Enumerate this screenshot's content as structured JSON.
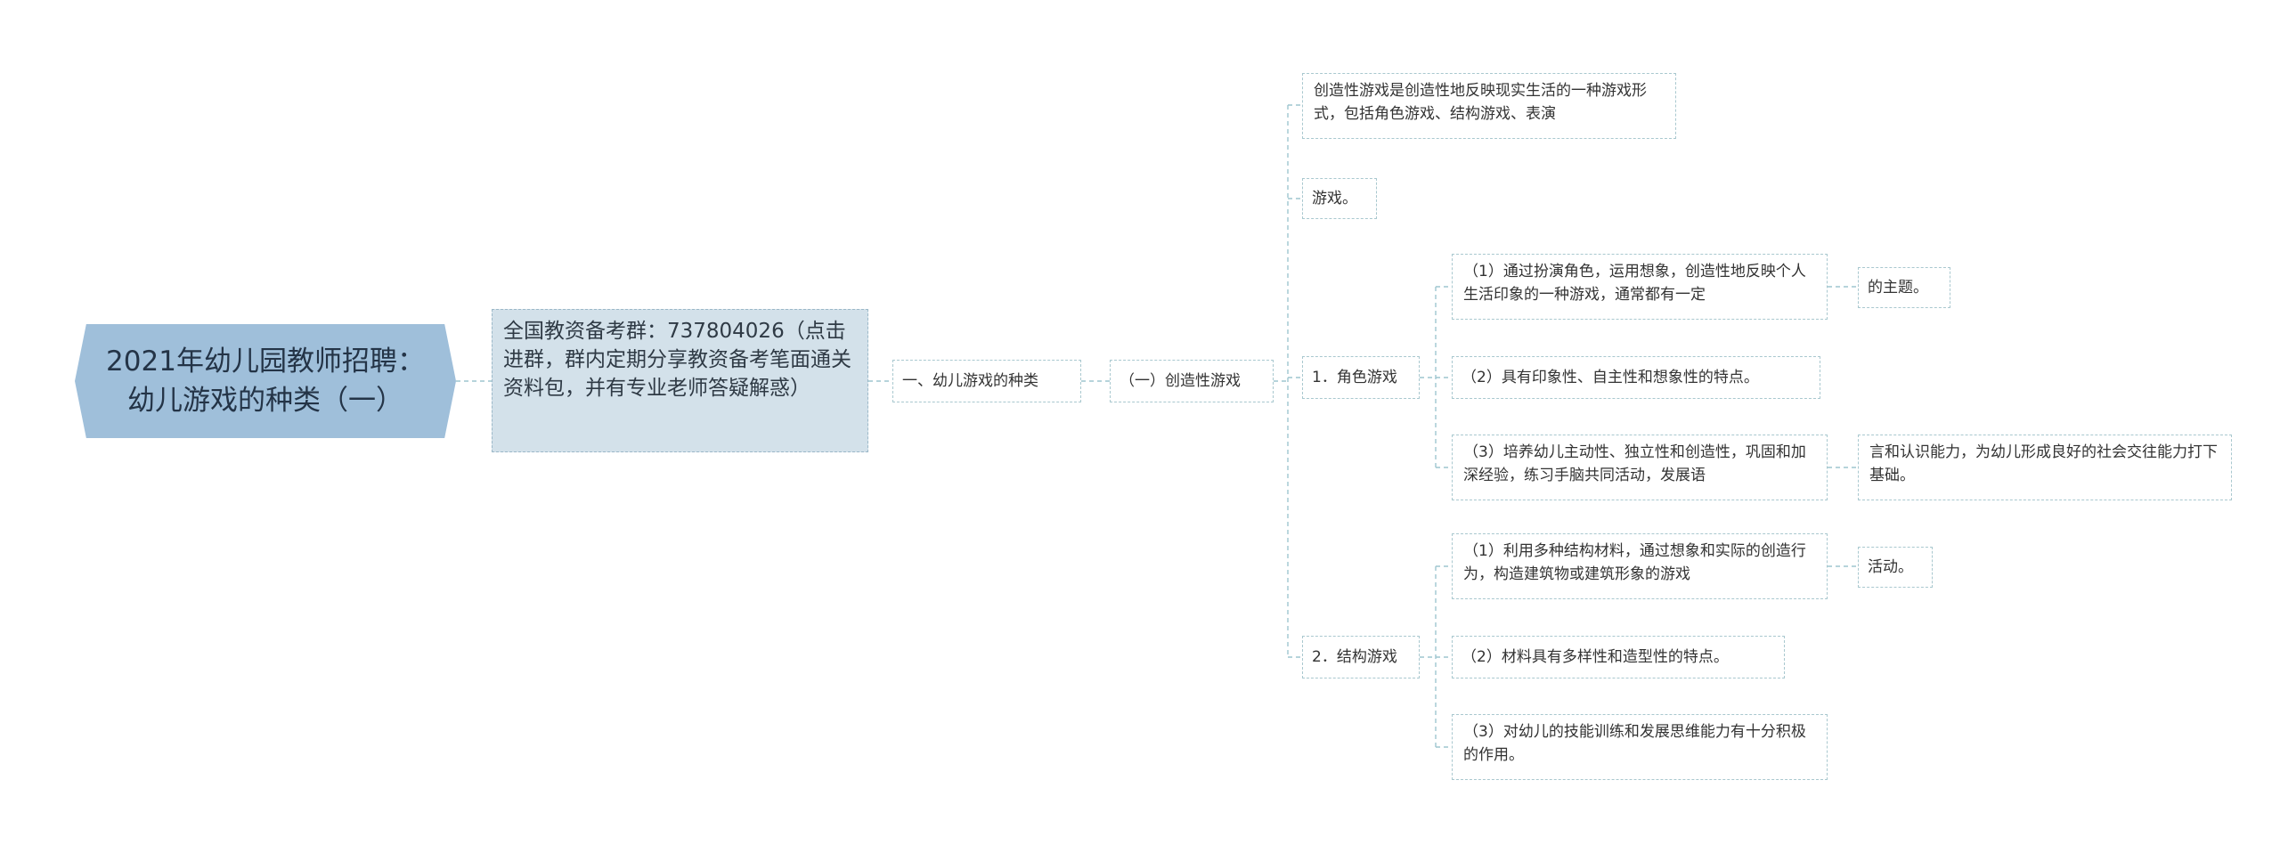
{
  "root": {
    "line1": "2021年幼儿园教师招聘：",
    "line2": "幼儿游戏的种类（一）"
  },
  "info": {
    "text": "全国教资备考群：737804026（点击进群，群内定期分享教资备考笔面通关资料包，并有专业老师答疑解惑）"
  },
  "level1": {
    "label": "一、幼儿游戏的种类"
  },
  "level2": {
    "label": "（一）创造性游戏"
  },
  "intro": {
    "definition": "创造性游戏是创造性地反映现实生活的一种游戏形式，包括角色游戏、结构游戏、表演",
    "continuation": "游戏。"
  },
  "role_play": {
    "label": "1．角色游戏",
    "items": [
      "（1）通过扮演角色，运用想象，创造性地反映个人生活印象的一种游戏，通常都有一定",
      "（2）具有印象性、自主性和想象性的特点。",
      "（3）培养幼儿主动性、独立性和创造性，巩固和加深经验，练习手脑共同活动，发展语"
    ],
    "continuations": {
      "item1": "的主题。",
      "item3": "言和认识能力，为幼儿形成良好的社会交往能力打下基础。"
    }
  },
  "construction": {
    "label": "2．结构游戏",
    "items": [
      "（1）利用多种结构材料，通过想象和实际的创造行为，构造建筑物或建筑形象的游戏",
      "（2）材料具有多样性和造型性的特点。",
      "（3）对幼儿的技能训练和发展思维能力有十分积极的作用。"
    ],
    "continuations": {
      "item1": "活动。"
    }
  }
}
